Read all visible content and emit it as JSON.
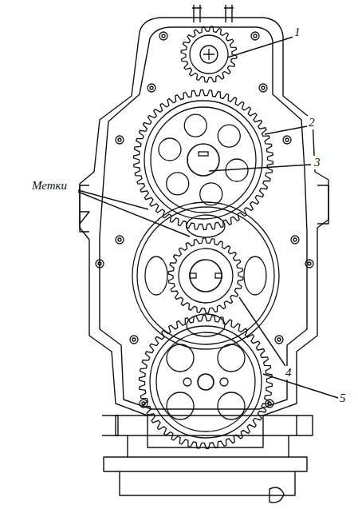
{
  "diagram": {
    "labels": [
      "Метки",
      "1",
      "2",
      "3",
      "4",
      "5"
    ]
  }
}
